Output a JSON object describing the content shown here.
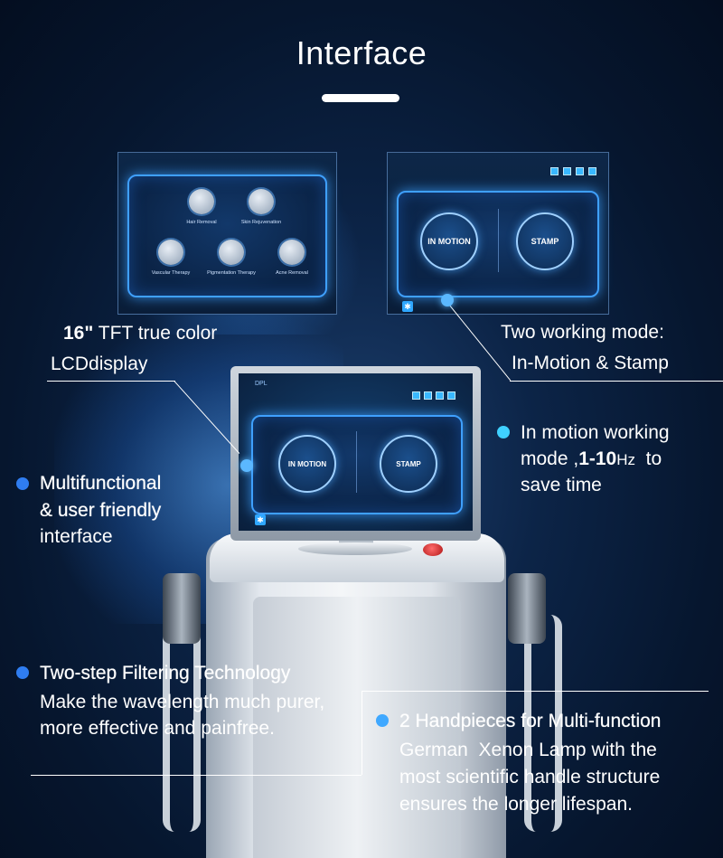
{
  "title": "Interface",
  "lcd_menu": {
    "items": [
      {
        "label": "Hair Removal",
        "icon": "hair-follicle-icon"
      },
      {
        "label": "Skin Rejuvenation",
        "icon": "face-icon"
      },
      {
        "label": "Vascular Therapy",
        "icon": "vascular-icon"
      },
      {
        "label": "Pigmentation Therapy",
        "icon": "pigment-dots-icon"
      },
      {
        "label": "Acne Removal",
        "icon": "acne-icon"
      }
    ]
  },
  "mode_screen": {
    "in_motion": "IN MOTION",
    "stamp": "STAMP"
  },
  "monitor_screen": {
    "brand": "DPL",
    "in_motion": "IN MOTION",
    "stamp": "STAMP"
  },
  "callouts": {
    "lcd_line1_num": "16\"",
    "lcd_line1_rest": " TFT true color",
    "lcd_line2": "LCDdisplay",
    "modes_line1": "Two working mode:",
    "modes_line2": "In-Motion & Stamp",
    "inmotion_line1": "In motion working",
    "inmotion_line2_a": "mode ,",
    "inmotion_line2_b": "1-10",
    "inmotion_line2_c": "Hz",
    "inmotion_line2_d": "  to",
    "inmotion_line3": "save time",
    "multi_line1": "Multifunctional",
    "multi_line2": "& user friendly",
    "multi_line3": "interface",
    "filter_title": "Two-step Filtering Technology",
    "filter_line1": "Make the wavelength much purer,",
    "filter_line2": "more effective and painfree.",
    "hand_title": "2 Handpieces for Multi-function",
    "hand_line1": "German  Xenon Lamp with the",
    "hand_line2": "most scientific handle structure",
    "hand_line3": "ensures the longer lifespan."
  },
  "colors": {
    "accent_blue": "#2f7df0",
    "accent_cyan": "#3fd0ff",
    "screen_glow": "#3fa0ff"
  }
}
